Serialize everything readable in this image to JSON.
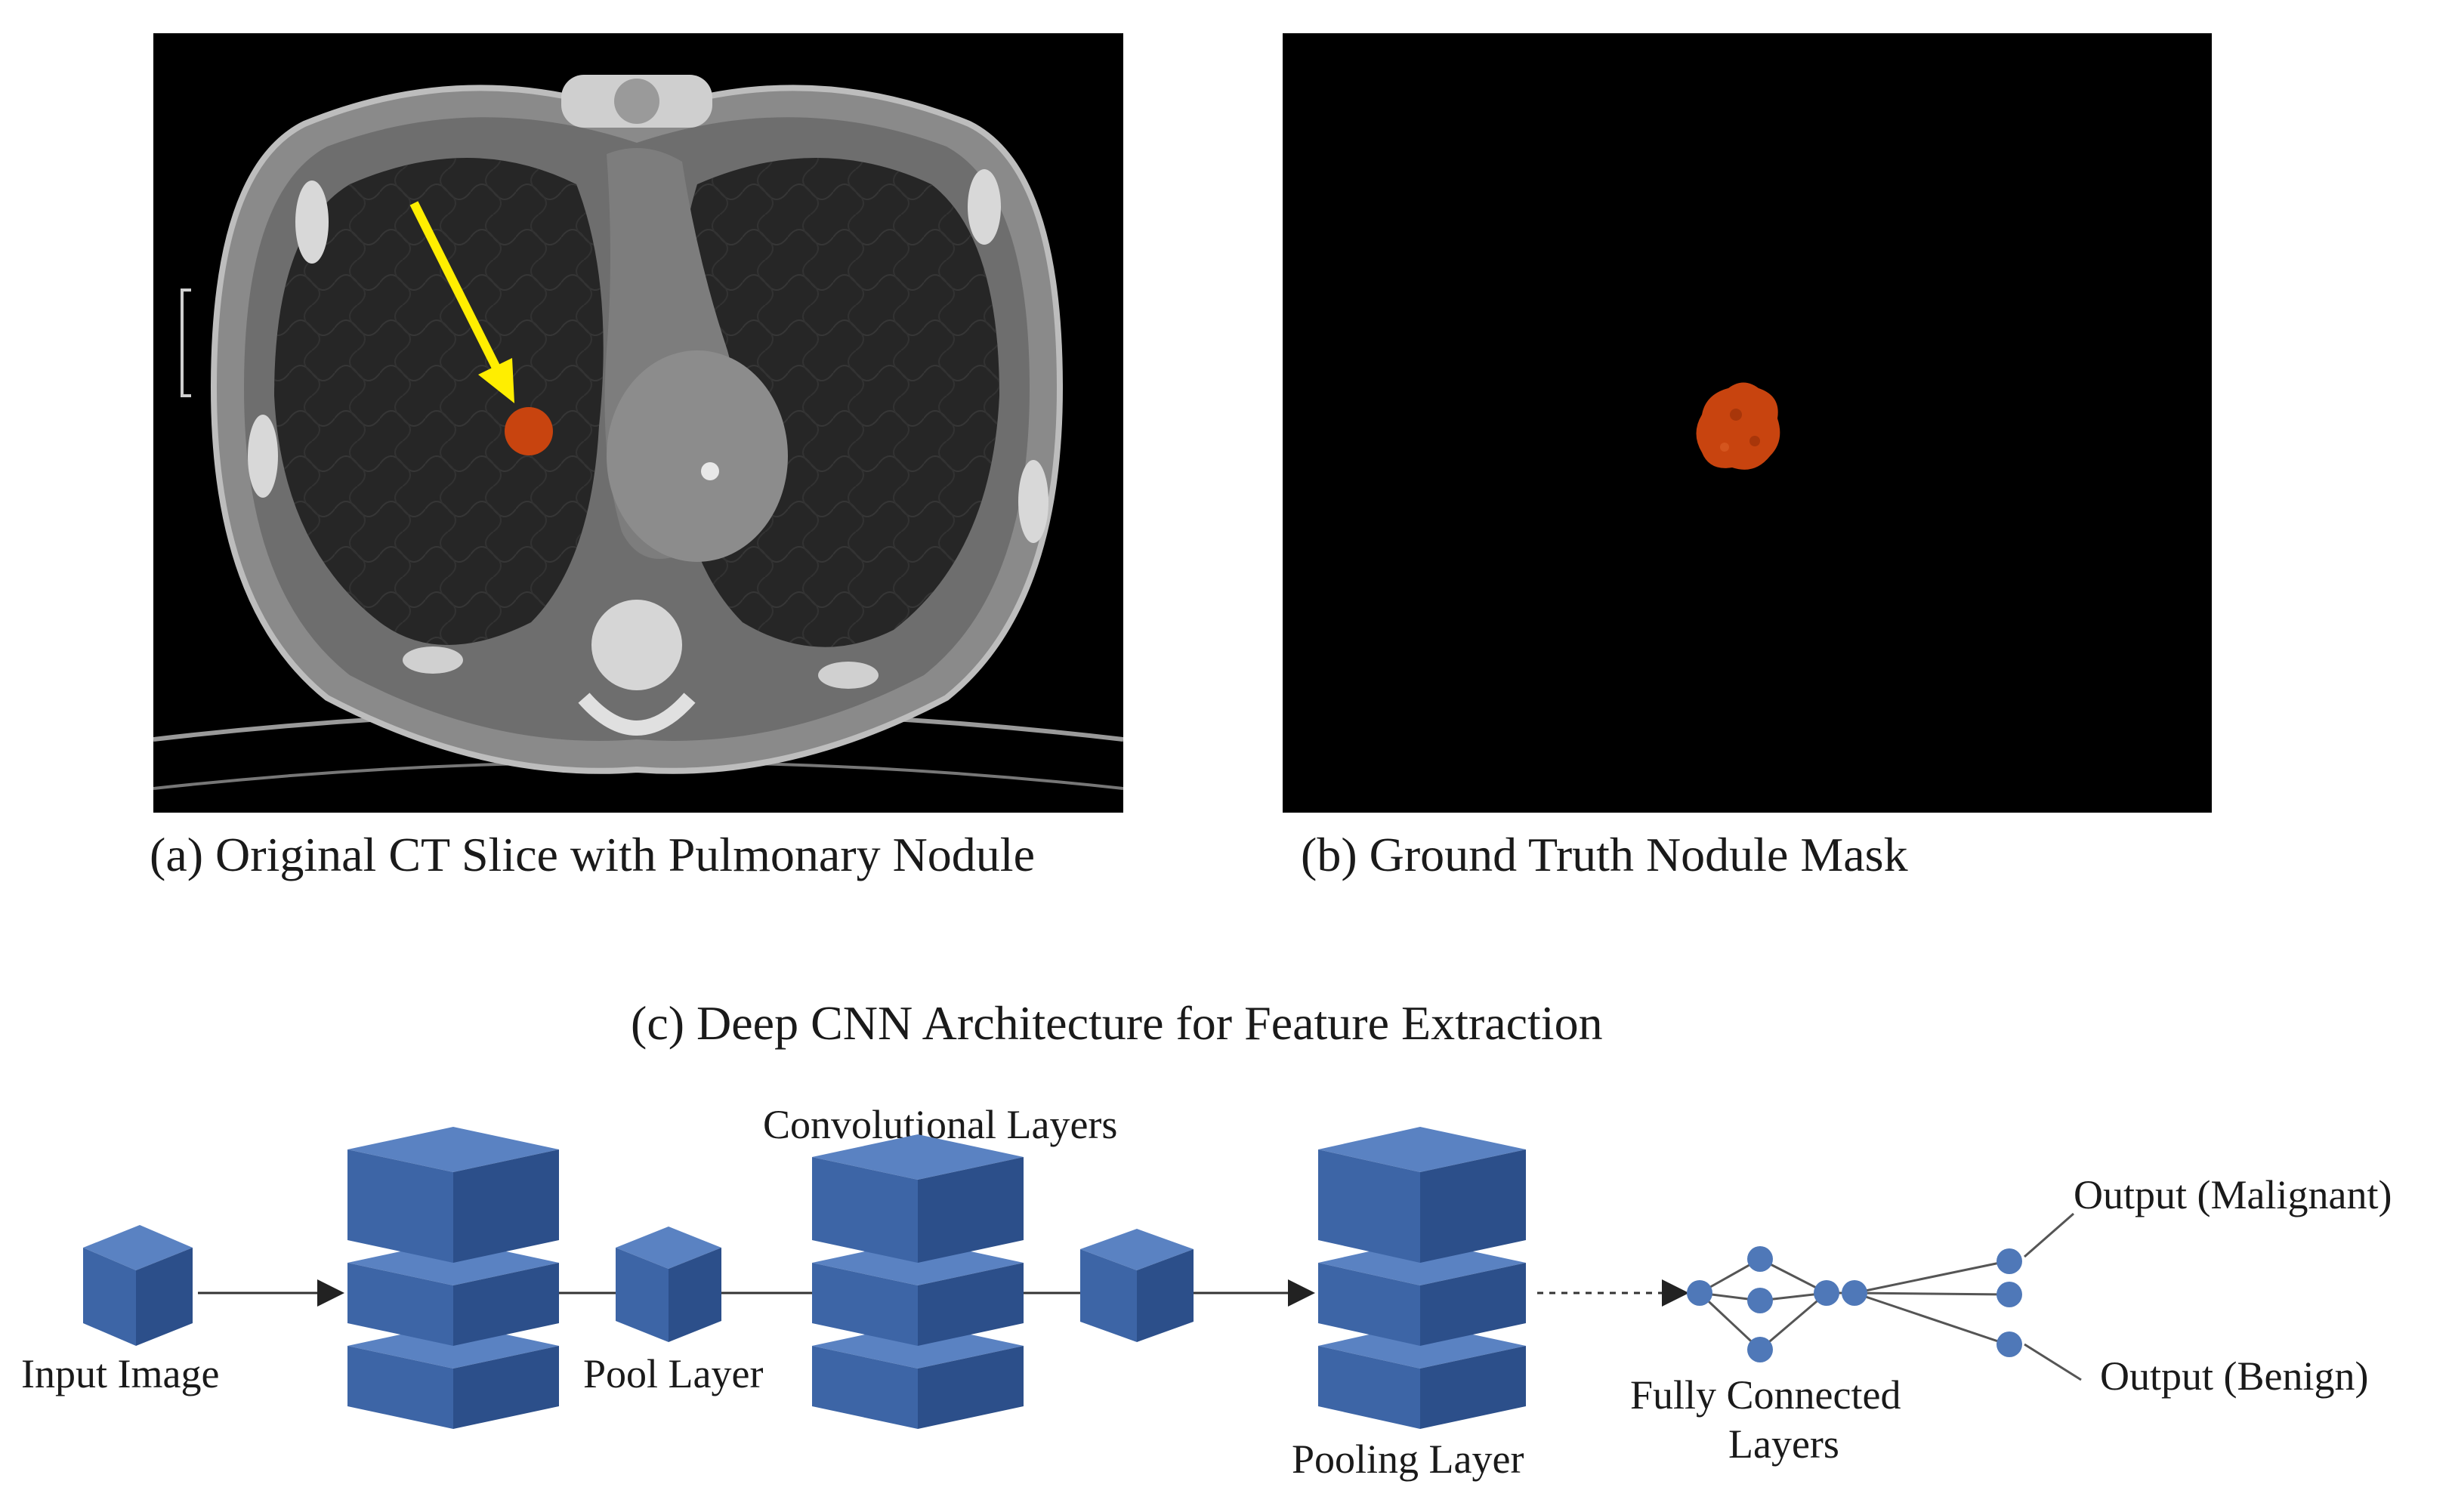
{
  "panel_a": {
    "caption": "(a) Original CT Slice with Pulmonary Nodule"
  },
  "panel_b": {
    "caption": "(b) Ground Truth Nodule Mask"
  },
  "panel_c": {
    "title": "(c) Deep CNN Architecture for Feature Extraction",
    "labels": {
      "input": "Input Image",
      "pool_small": "Pool Layer",
      "conv": "Convolutional Layers",
      "pooling": "Pooling Layer",
      "fc_line1": "Fully Connected",
      "fc_line2": "Layers",
      "out_malignant": "Output (Malignant)",
      "out_benign": "Output (Benign)"
    }
  },
  "colors": {
    "nodule": "#c8440f",
    "arrow": "#ffee00",
    "cube_front": "#3d65a6",
    "cube_top": "#5a82c2",
    "cube_side": "#2c4f8a",
    "node": "#4f78b8"
  }
}
